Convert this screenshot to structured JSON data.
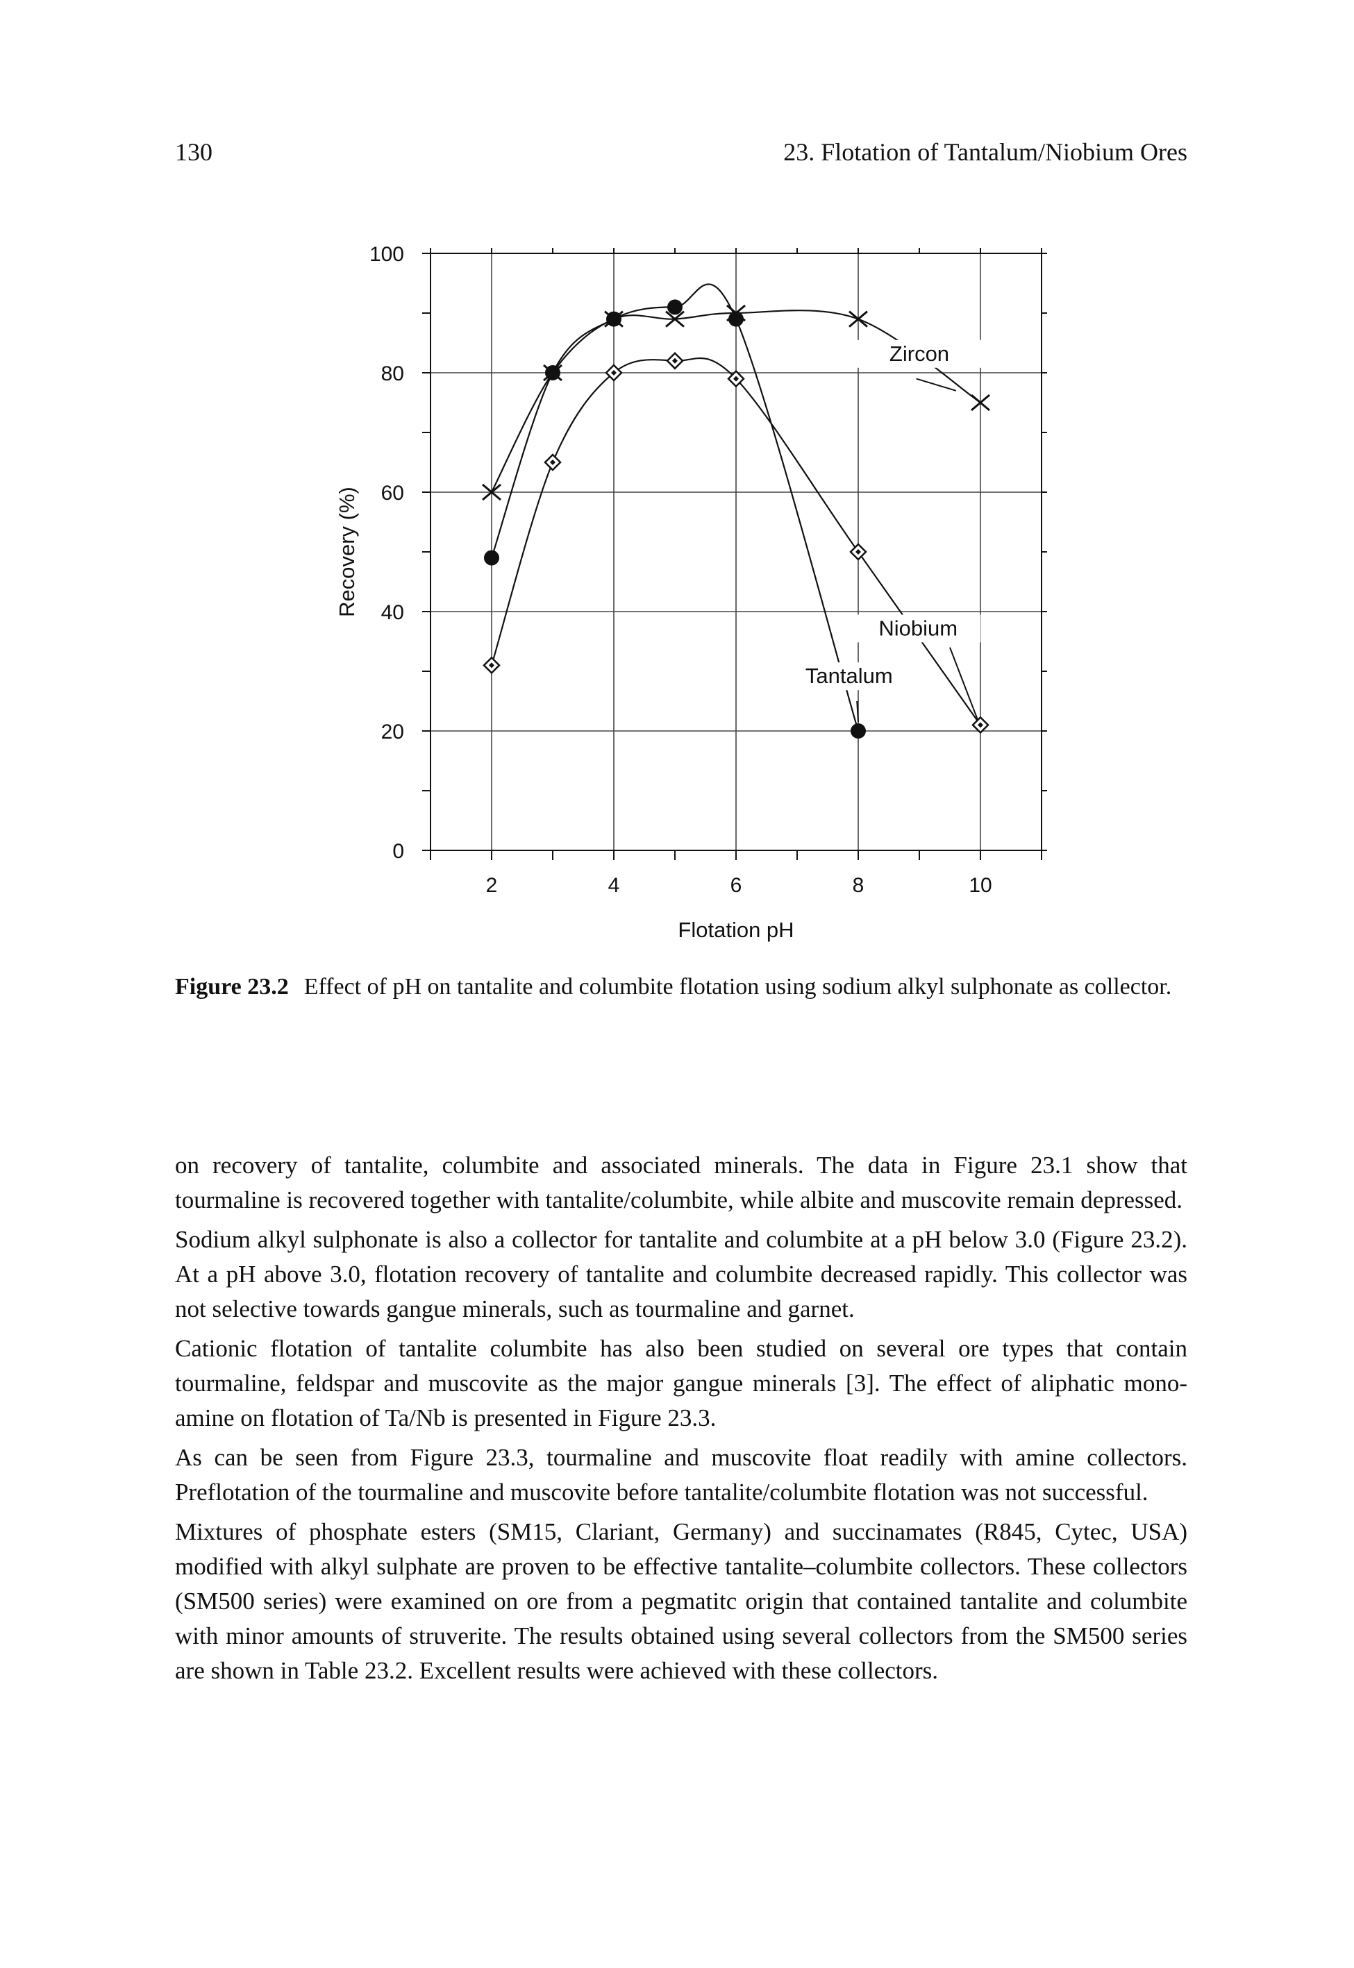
{
  "header": {
    "page_number": "130",
    "chapter_title": "23.  Flotation of Tantalum/Niobium Ores"
  },
  "figure": {
    "label": "Figure 23.2",
    "caption": "Effect of pH on tantalite and columbite flotation using sodium alkyl sulphonate as collector."
  },
  "chart_data": {
    "type": "line",
    "xlabel": "Flotation pH",
    "ylabel": "Recovery (%)",
    "xlim": [
      1,
      11
    ],
    "ylim": [
      0,
      100
    ],
    "x_ticks": [
      "2",
      "4",
      "6",
      "8",
      "10"
    ],
    "y_ticks": [
      "0",
      "20",
      "40",
      "60",
      "80",
      "100"
    ],
    "grid": true,
    "series": [
      {
        "name": "Zircon",
        "marker": "x",
        "x": [
          2,
          3,
          4,
          5,
          6,
          8,
          10
        ],
        "y": [
          60,
          80,
          89,
          89,
          90,
          89,
          75
        ]
      },
      {
        "name": "Tantalum",
        "marker": "filled-circle",
        "x": [
          2,
          3,
          4,
          5,
          6,
          8
        ],
        "y": [
          49,
          80,
          89,
          91,
          89,
          20
        ]
      },
      {
        "name": "Niobium",
        "marker": "diamond",
        "x": [
          2,
          3,
          4,
          5,
          6,
          8,
          10
        ],
        "y": [
          31,
          65,
          80,
          82,
          79,
          50,
          21
        ]
      }
    ],
    "annotations": [
      "Zircon",
      "Niobium",
      "Tantalum"
    ]
  },
  "body": {
    "paragraphs": [
      "on recovery of tantalite, columbite and associated minerals. The data in Figure 23.1 show that tourmaline is recovered together with tantalite/columbite, while albite and muscovite remain depressed.",
      "Sodium alkyl sulphonate is also a collector for tantalite and columbite at a pH below 3.0 (Figure 23.2). At a pH above 3.0, flotation recovery of tantalite and columbite decreased rapidly. This collector was not selective towards gangue minerals, such as tourmaline and garnet.",
      "Cationic flotation of tantalite columbite has also been studied on several ore types that contain tourmaline, feldspar and muscovite as the major gangue minerals [3]. The effect of aliphatic mono-amine on flotation of Ta/Nb is presented in Figure 23.3.",
      "As can be seen from Figure 23.3, tourmaline and muscovite float readily with amine collectors. Preflotation of the tourmaline and muscovite before tantalite/columbite flotation was not successful.",
      "Mixtures of phosphate esters (SM15, Clariant, Germany) and succinamates (R845, Cytec, USA) modified with alkyl sulphate are proven to be effective tantalite–columbite collectors. These collectors (SM500 series) were examined on ore from a pegmatitc origin that contained tantalite and columbite with minor amounts of struverite. The results obtained using several collectors from the SM500 series are shown in Table 23.2. Excellent results were achieved with these collectors."
    ]
  }
}
